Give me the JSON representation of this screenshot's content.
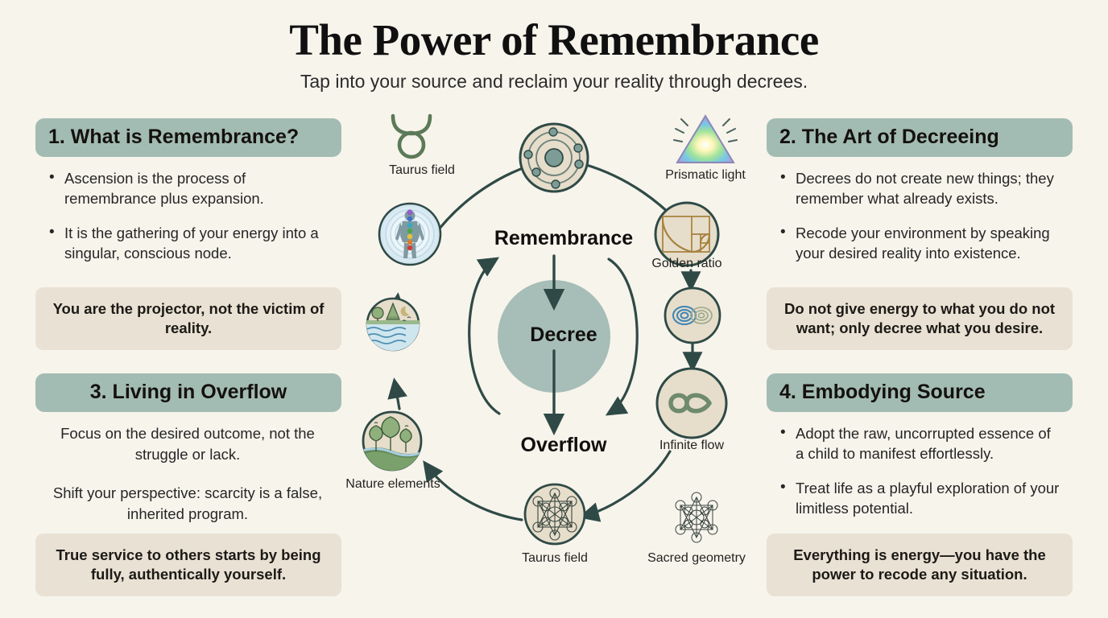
{
  "header": {
    "title": "The Power of Remembrance",
    "subtitle": "Tap into your source and reclaim your reality through decrees."
  },
  "panels": [
    {
      "id": "panel-1",
      "heading": "1. What is Remembrance?",
      "align": "left",
      "bullets": [
        "Ascension is the process of remembrance plus expansion.",
        "It is the gathering of your energy into a singular, conscious node."
      ],
      "callout": "You are the projector, not the victim of reality."
    },
    {
      "id": "panel-2",
      "heading": "2. The Art of Decreeing",
      "align": "left",
      "bullets": [
        "Decrees do not create new things; they remember what already exists.",
        "Recode your environment by speaking your desired reality into existence."
      ],
      "callout": "Do not give energy to what you do not want; only decree what you desire."
    },
    {
      "id": "panel-3",
      "heading": "3. Living in Overflow",
      "align": "center",
      "paragraphs": [
        "Focus on the desired outcome, not the struggle or lack.",
        "Shift your perspective: scarcity is a false, inherited program."
      ],
      "callout": "True service to others starts by being fully, authentically yourself."
    },
    {
      "id": "panel-4",
      "heading": "4. Embodying Source",
      "align": "left",
      "bullets": [
        "Adopt the raw, uncorrupted essence of a child to manifest effortlessly.",
        "Treat life as a playful exploration of your limitless potential."
      ],
      "callout": "Everything is energy—you have the power to recode any situation."
    }
  ],
  "diagram": {
    "core": {
      "top_label": "Remembrance",
      "center_label": "Decree",
      "bottom_label": "Overflow"
    },
    "nodes": [
      {
        "icon": "taurus-symbol-icon",
        "label": "Taurus field"
      },
      {
        "icon": "aura-body-icon",
        "label": ""
      },
      {
        "icon": "atom-orbit-icon",
        "label": ""
      },
      {
        "icon": "prism-light-icon",
        "label": "Prismatic light"
      },
      {
        "icon": "golden-ratio-icon",
        "label": "Golden ratio"
      },
      {
        "icon": "torus-flow-icon",
        "label": ""
      },
      {
        "icon": "infinity-icon",
        "label": "Infinite flow"
      },
      {
        "icon": "metatron-cube-icon",
        "label": "Taurus field"
      },
      {
        "icon": "sacred-geometry-icon",
        "label": "Sacred geometry"
      },
      {
        "icon": "nature-trees-icon",
        "label": "Nature elements"
      },
      {
        "icon": "nature-water-icon",
        "label": ""
      }
    ]
  },
  "colors": {
    "background": "#f7f4ec",
    "panel_header": "#a3bcb3",
    "callout_background": "#e9e1d3",
    "core_circle": "#a7bdb7",
    "stroke_dark": "#2f4a46",
    "icon_fill": "#e6ddcb",
    "text": "#262626"
  }
}
